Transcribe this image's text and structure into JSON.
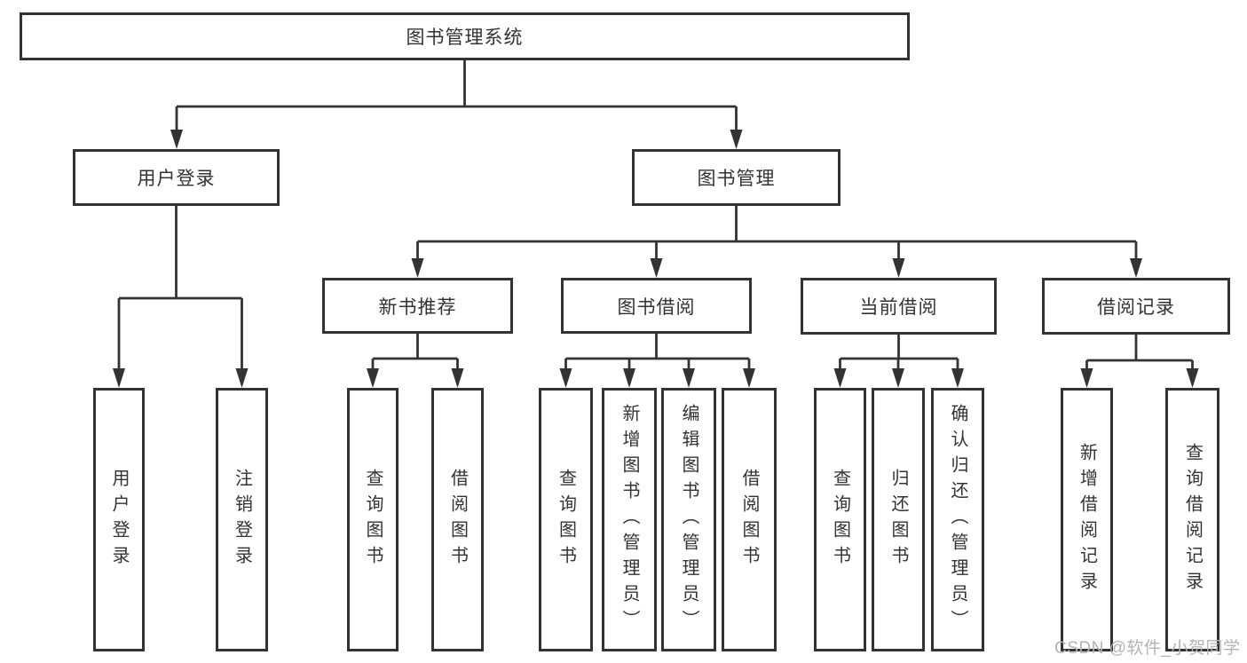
{
  "tree": {
    "root": {
      "label": "图书管理系统"
    },
    "user_login": {
      "label": "用户登录",
      "children": {
        "login": "用户登录",
        "logout": "注销登录"
      }
    },
    "book_mgmt": {
      "label": "图书管理",
      "new_book": {
        "label": "新书推荐",
        "children": {
          "query": "查询图书",
          "borrow": "借阅图书"
        }
      },
      "book_borrow": {
        "label": "图书借阅",
        "children": {
          "query": "查询图书",
          "add": "新增图书（管理员）",
          "edit": "编辑图书（管理员）",
          "borrow": "借阅图书"
        }
      },
      "current_borrow": {
        "label": "当前借阅",
        "children": {
          "query": "查询图书",
          "return": "归还图书",
          "confirm": "确认归还（管理员）"
        }
      },
      "borrow_records": {
        "label": "借阅记录",
        "children": {
          "add": "新增借阅记录",
          "query": "查询借阅记录"
        }
      }
    }
  },
  "watermark": "CSDN @软件_小贺同学",
  "colors": {
    "line": "#333333",
    "box_border": "#333333",
    "text": "#333333",
    "watermark": "#b3b3b3",
    "background": "#ffffff"
  }
}
